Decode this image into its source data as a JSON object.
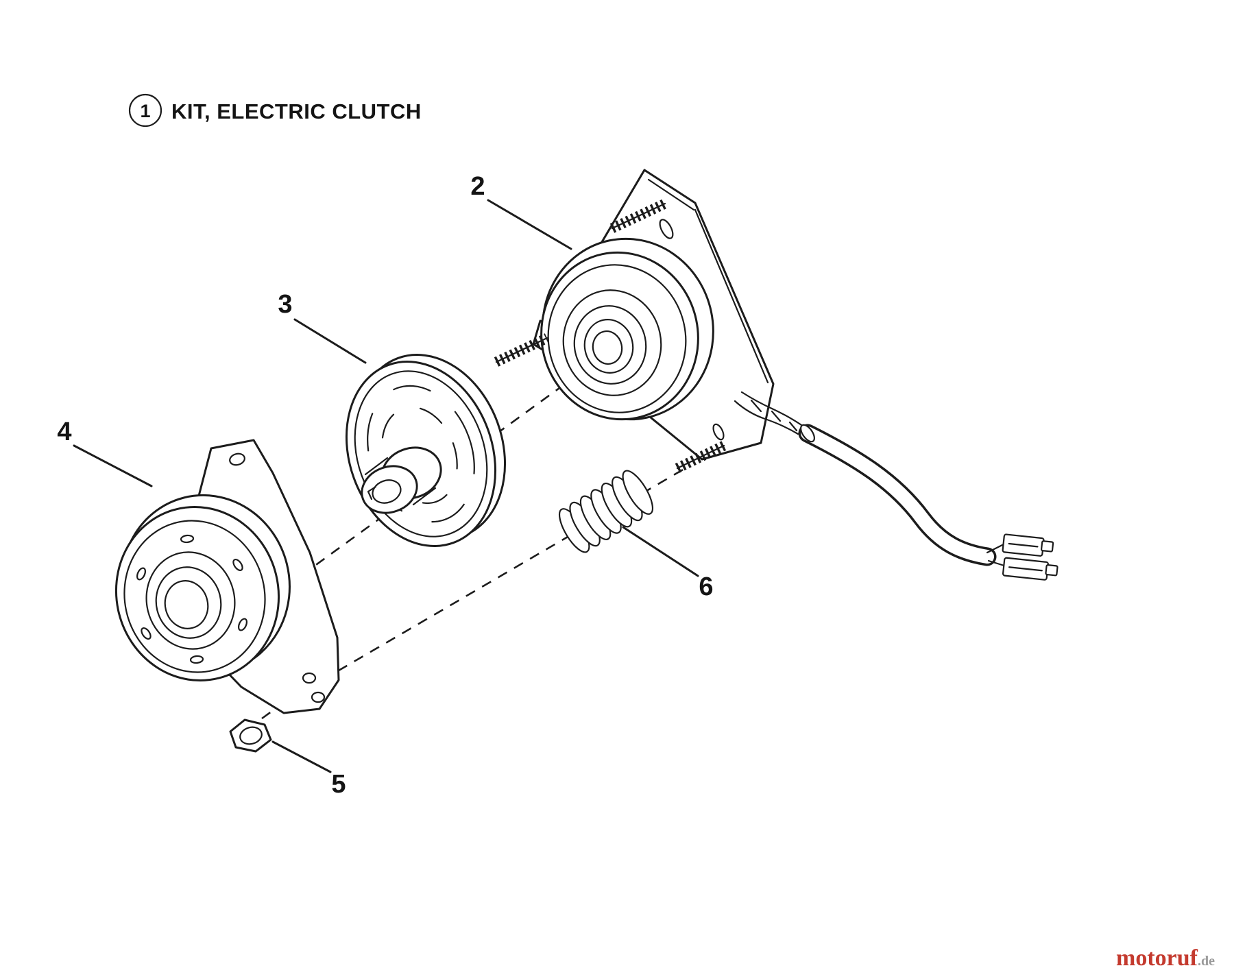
{
  "diagram": {
    "title_number": "1",
    "title": "KIT, ELECTRIC CLUTCH"
  },
  "callouts": {
    "c2": "2",
    "c3": "3",
    "c4": "4",
    "c5": "5",
    "c6": "6"
  },
  "watermark": {
    "brand": "motoruf",
    "suffix": ".de"
  },
  "colors": {
    "line": "#1c1c1c",
    "background": "#ffffff",
    "watermark_brand": "#c43a2e",
    "watermark_suffix": "#9a9a9a"
  }
}
